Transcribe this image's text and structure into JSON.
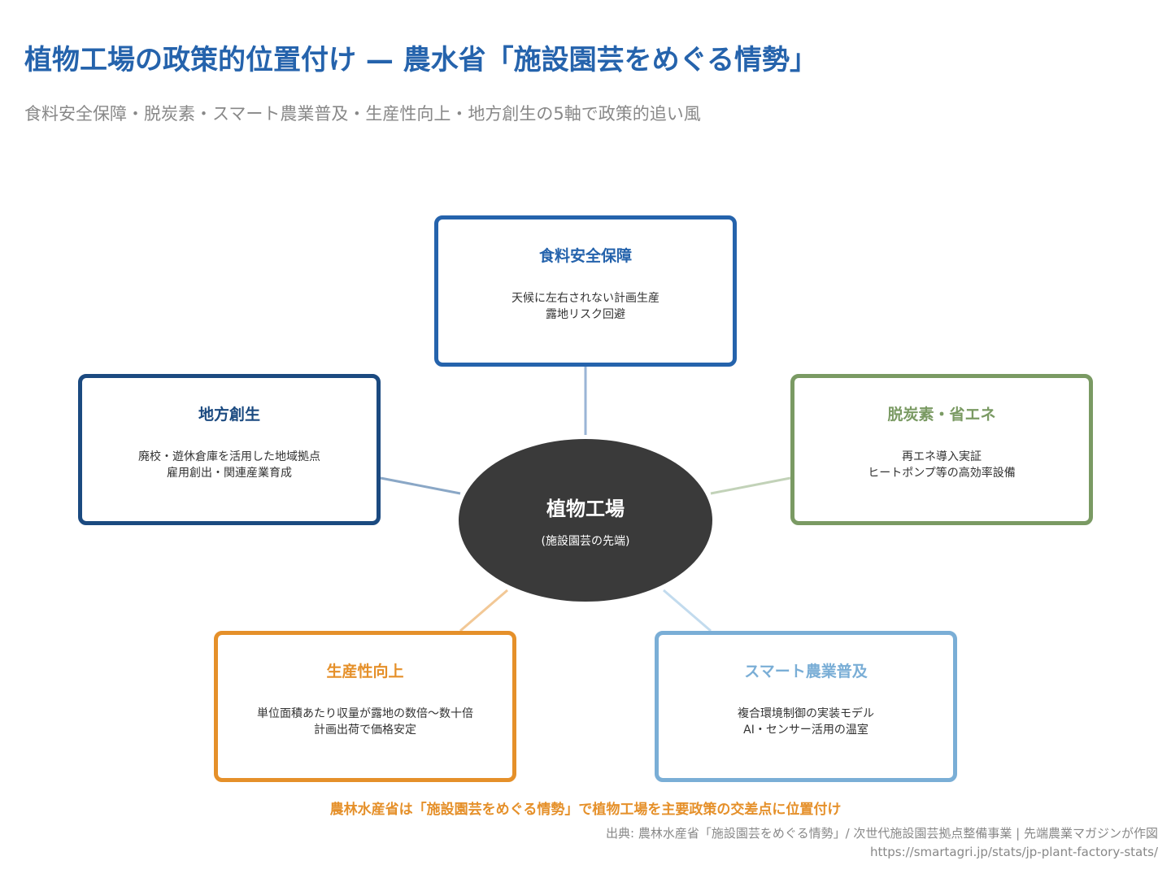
{
  "title": "植物工場の政策的位置付け — 農水省「施設園芸をめぐる情勢」",
  "subtitle": "食料安全保障・脱炭素・スマート農業普及・生産性向上・地方創生の5軸で政策的追い風",
  "center": {
    "title": "植物工場",
    "subtitle": "(施設園芸の先端)"
  },
  "nodes": {
    "food": {
      "title": "食料安全保障",
      "lines": [
        "天候に左右されない計画生産",
        "露地リスク回避"
      ],
      "color": "#2563ac"
    },
    "local": {
      "title": "地方創生",
      "lines": [
        "廃校・遊休倉庫を活用した地域拠点",
        "雇用創出・関連産業育成"
      ],
      "color": "#1b4a80"
    },
    "decarbon": {
      "title": "脱炭素・省エネ",
      "lines": [
        "再エネ導入実証",
        "ヒートポンプ等の高効率設備"
      ],
      "color": "#7a9a63"
    },
    "productivity": {
      "title": "生産性向上",
      "lines": [
        "単位面積あたり収量が露地の数倍〜数十倍",
        "計画出荷で価格安定"
      ],
      "color": "#e5902a"
    },
    "smart": {
      "title": "スマート農業普及",
      "lines": [
        "複合環境制御の実装モデル",
        "AI・センサー活用の温室"
      ],
      "color": "#7aaed6"
    }
  },
  "conclusion": "農林水産省は「施設園芸をめぐる情勢」で植物工場を主要政策の交差点に位置付け",
  "source": "出典: 農林水産省「施設園芸をめぐる情勢」/ 次世代施設園芸拠点整備事業 | 先端農業マガジンが作図",
  "url": "https://smartagri.jp/stats/jp-plant-factory-stats/"
}
